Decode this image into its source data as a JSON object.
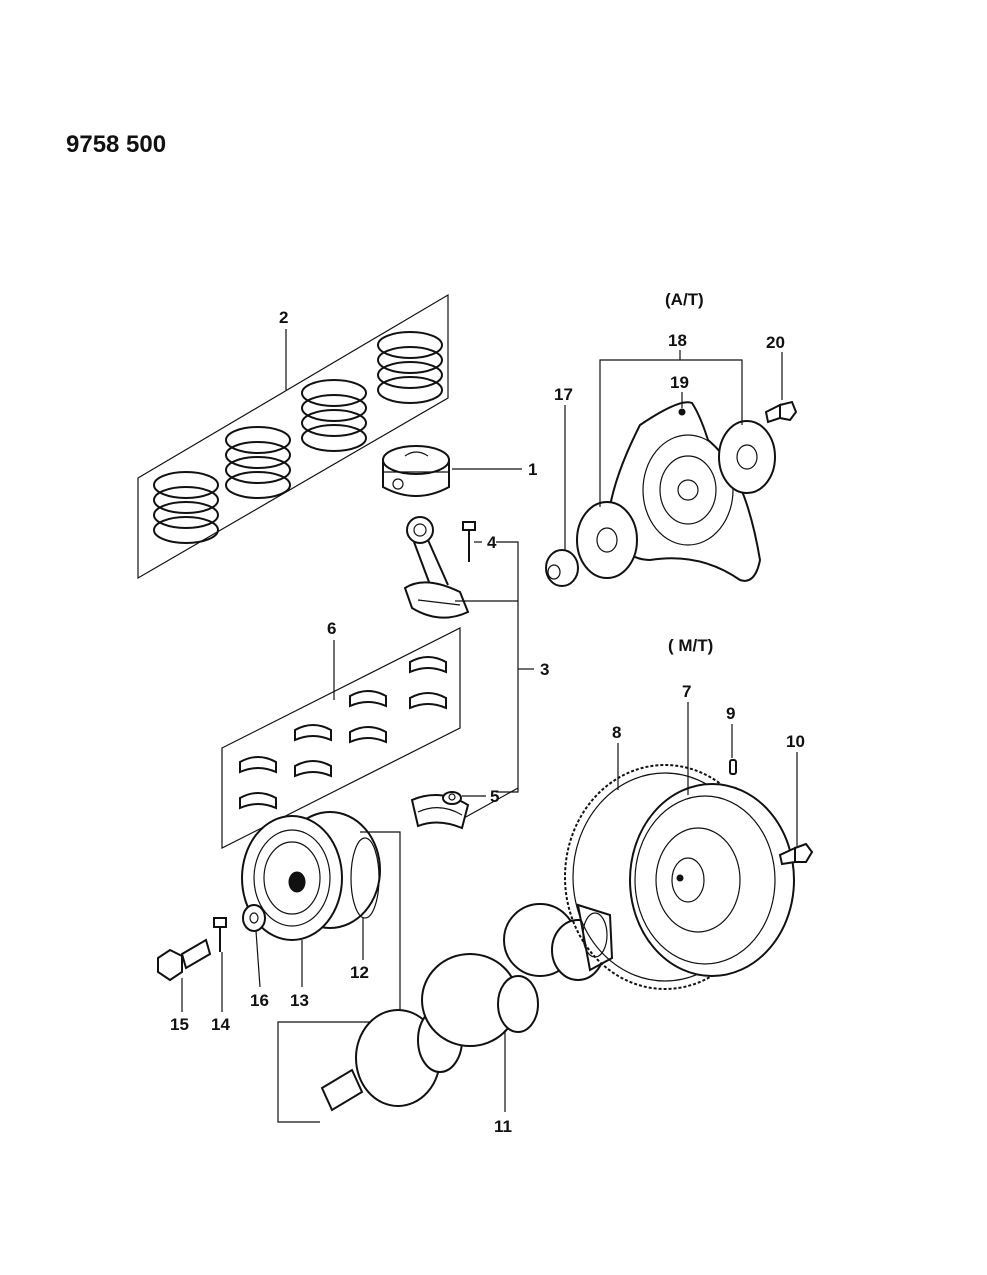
{
  "doc_number": "9758 500",
  "variants": {
    "automatic": "(A/T)",
    "manual": "( M/T)"
  },
  "callouts": {
    "c1": "1",
    "c2": "2",
    "c3": "3",
    "c4": "4",
    "c5": "5",
    "c6": "6",
    "c7": "7",
    "c8": "8",
    "c9": "9",
    "c10": "10",
    "c11": "11",
    "c12": "12",
    "c13": "13",
    "c14": "14",
    "c15": "15",
    "c16": "16",
    "c17": "17",
    "c18": "18",
    "c19": "19",
    "c20": "20"
  }
}
